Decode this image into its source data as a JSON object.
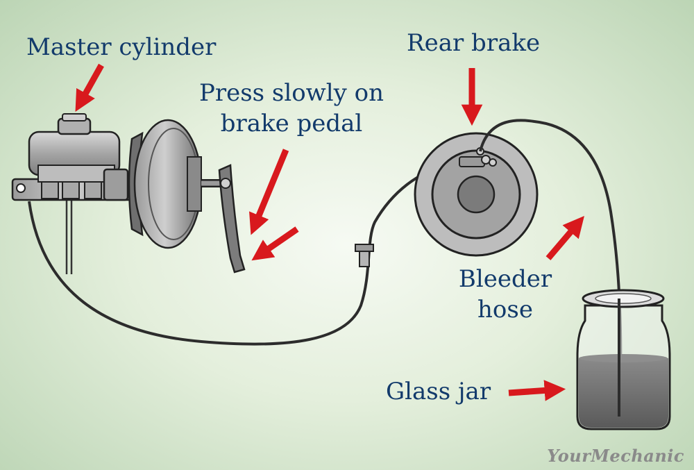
{
  "labels": {
    "master_cylinder": "Master cylinder",
    "press_pedal_line1": "Press slowly on",
    "press_pedal_line2": "brake pedal",
    "rear_brake": "Rear brake",
    "bleeder_hose_line1": "Bleeder",
    "bleeder_hose_line2": "hose",
    "glass_jar": "Glass jar"
  },
  "branding": {
    "watermark": "YourMechanic"
  },
  "colors": {
    "text": "#123a6b",
    "arrow": "#d8191d",
    "metal": "#8c8c8c",
    "hose": "#2c2c2c",
    "fluid": "#6f6f6f"
  }
}
